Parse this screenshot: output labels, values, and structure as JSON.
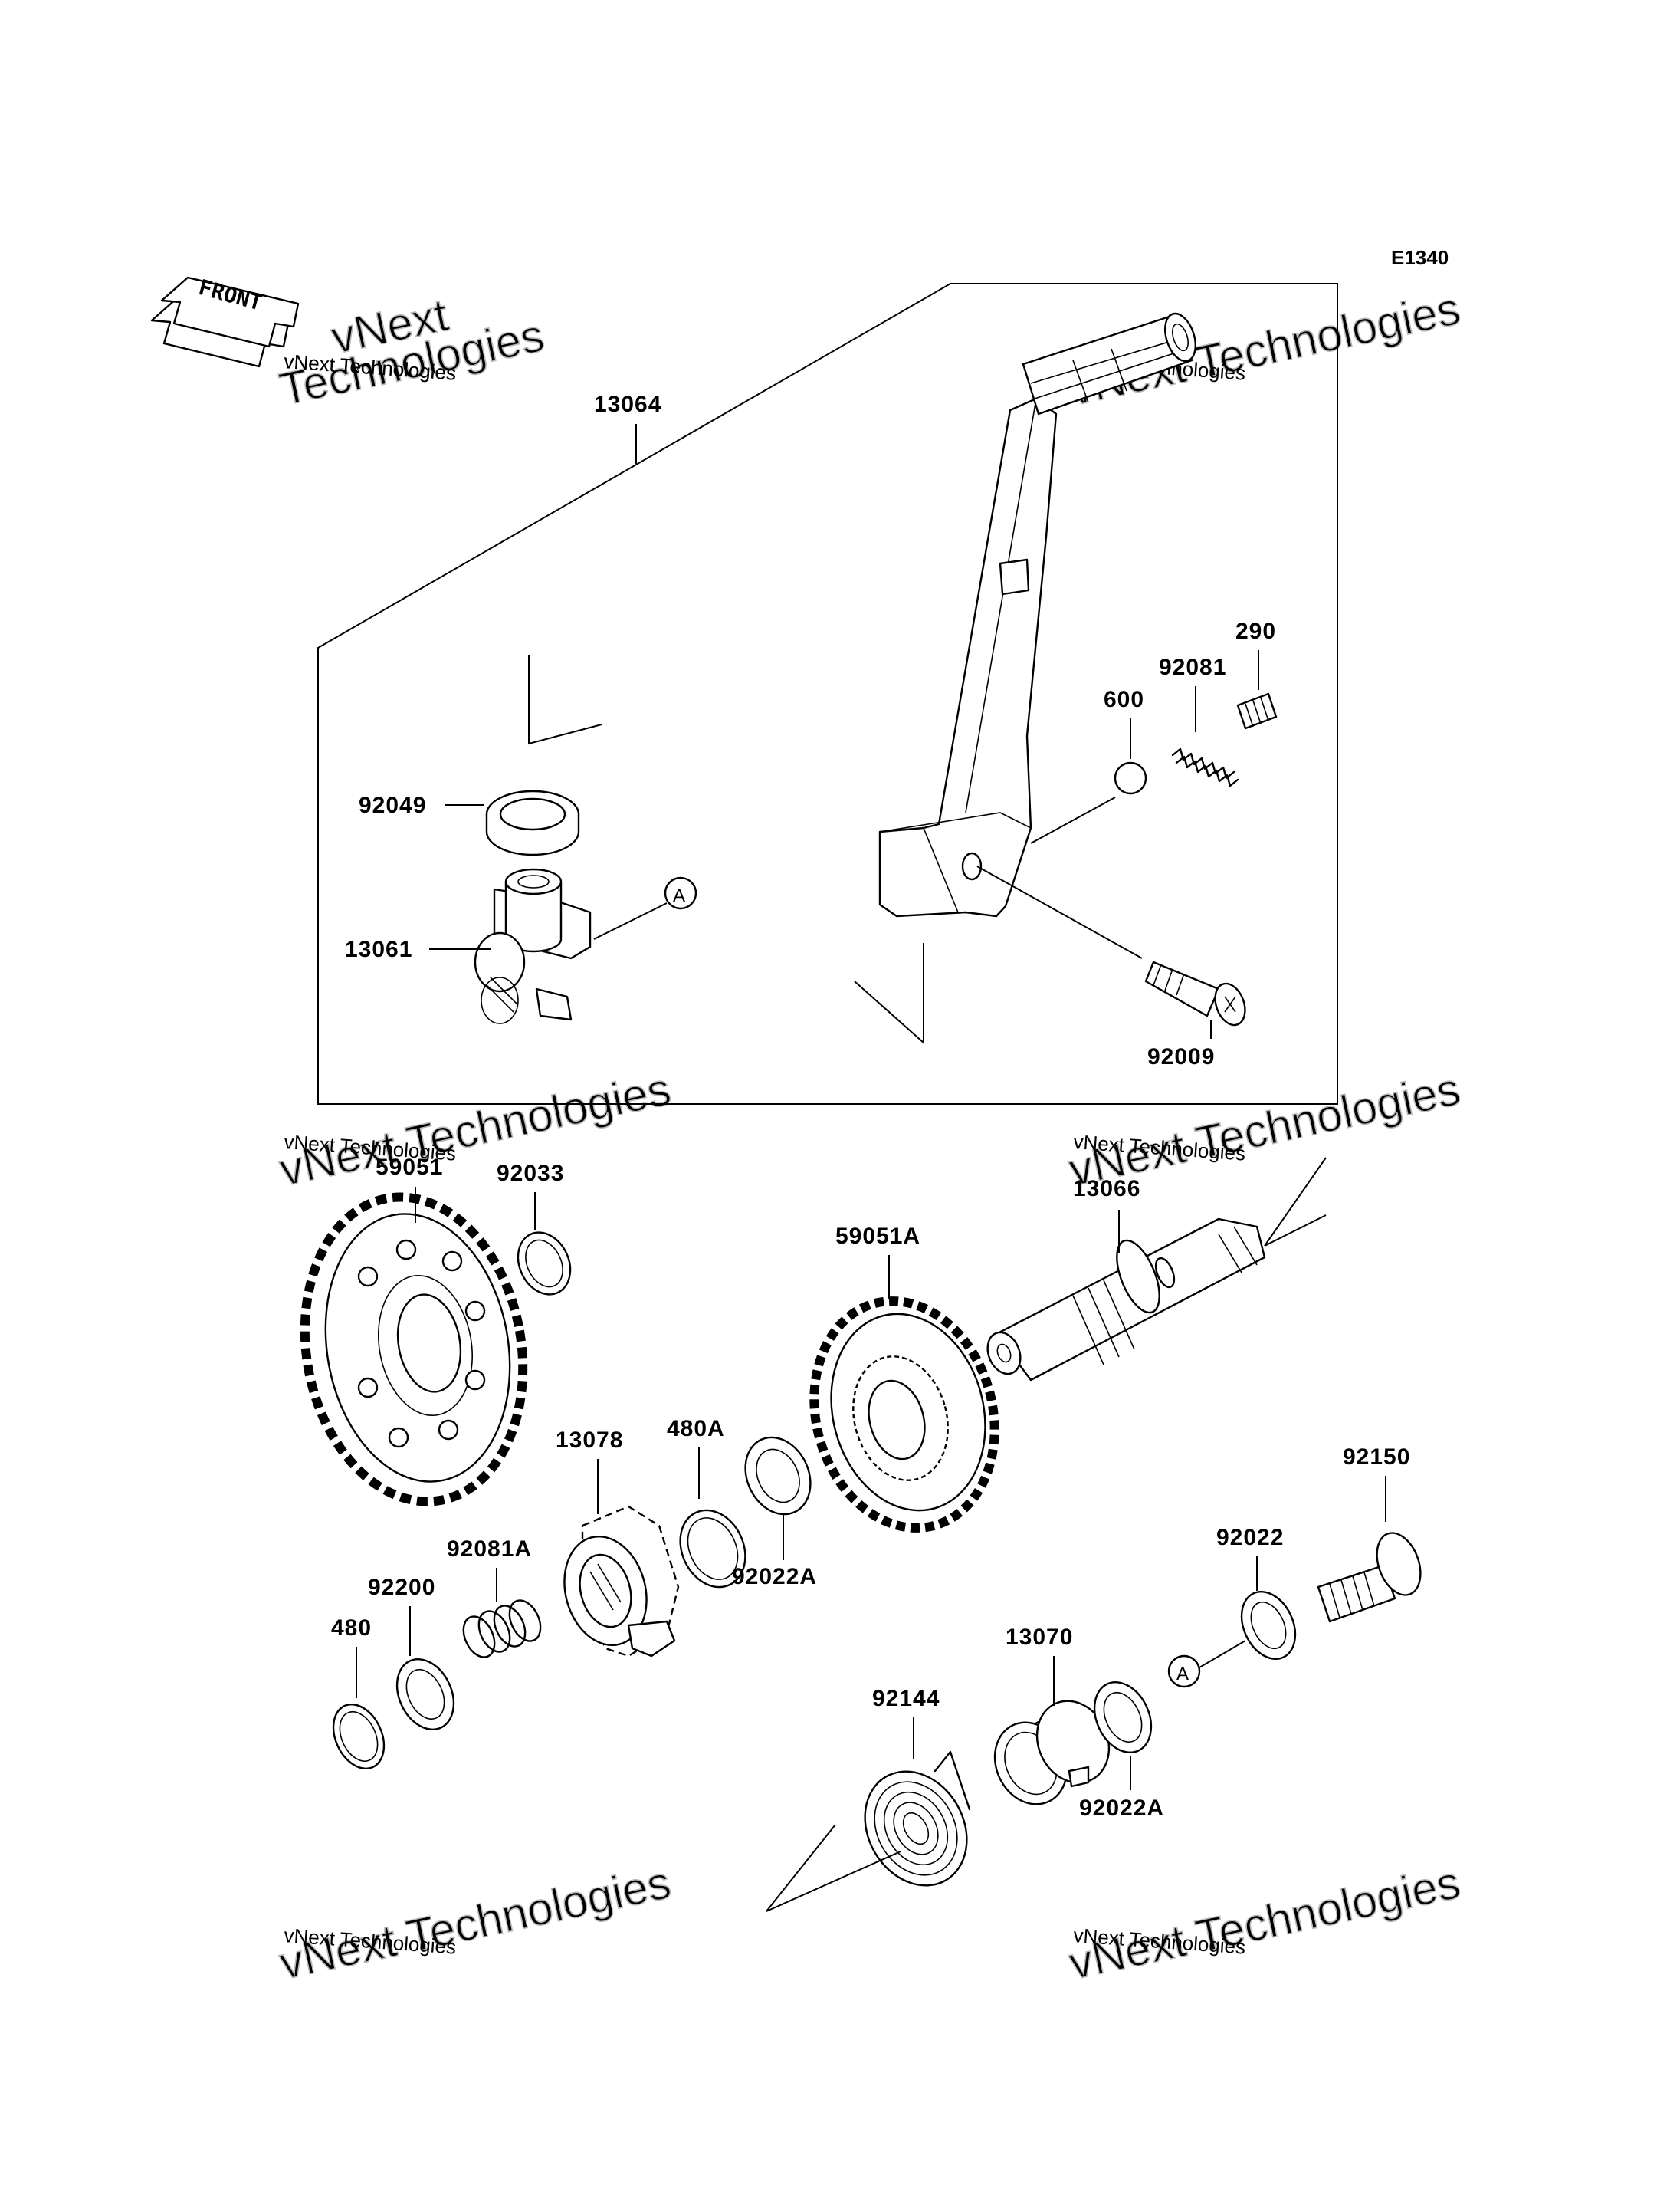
{
  "diagram_code": "E1340",
  "front_label": "FRONT",
  "watermark": {
    "line1": "vNext Technologies",
    "line2": "vNext Technologies"
  },
  "parts": [
    {
      "id": "p13064",
      "number": "13064"
    },
    {
      "id": "p290",
      "number": "290"
    },
    {
      "id": "p92081",
      "number": "92081"
    },
    {
      "id": "p600",
      "number": "600"
    },
    {
      "id": "p92049",
      "number": "92049"
    },
    {
      "id": "p13061",
      "number": "13061"
    },
    {
      "id": "p92009",
      "number": "92009"
    },
    {
      "id": "p59051",
      "number": "59051"
    },
    {
      "id": "p92033",
      "number": "92033"
    },
    {
      "id": "p13066",
      "number": "13066"
    },
    {
      "id": "p59051A",
      "number": "59051A"
    },
    {
      "id": "p480A",
      "number": "480A"
    },
    {
      "id": "p13078",
      "number": "13078"
    },
    {
      "id": "p92022A_1",
      "number": "92022A"
    },
    {
      "id": "p92081A",
      "number": "92081A"
    },
    {
      "id": "p92200",
      "number": "92200"
    },
    {
      "id": "p480",
      "number": "480"
    },
    {
      "id": "p92150",
      "number": "92150"
    },
    {
      "id": "p92022",
      "number": "92022"
    },
    {
      "id": "p13070",
      "number": "13070"
    },
    {
      "id": "p92144",
      "number": "92144"
    },
    {
      "id": "p92022A_2",
      "number": "92022A"
    }
  ],
  "ref_marks": {
    "a1": "A",
    "a2": "A"
  }
}
